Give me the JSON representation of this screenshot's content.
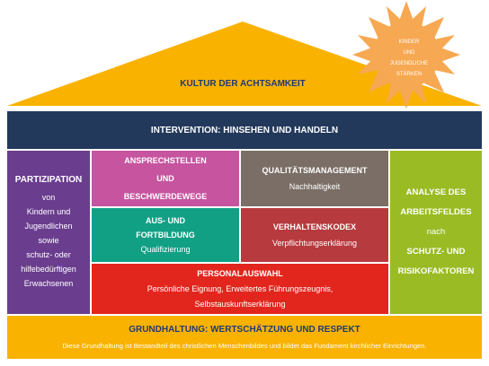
{
  "sun": {
    "lines": [
      "KINDER",
      "UND",
      "JUGENDLICHE",
      "STÄRKEN"
    ],
    "color": "#f7a852"
  },
  "roof": {
    "title": "KULTUR DER ACHTSAMKEIT",
    "color": "#f9b200"
  },
  "intervention": {
    "title": "INTERVENTION: HINSEHEN UND HANDELN",
    "color": "#23395b"
  },
  "partizipation": {
    "title": "PARTIZIPATION",
    "lines": [
      "von",
      "Kindern und",
      "Jugendlichen",
      "sowie",
      "schutz- oder",
      "hilfebedürftigen",
      "Erwachsenen"
    ],
    "color": "#6a3d8f"
  },
  "ansprech": {
    "line1": "ANSPRECHSTELLEN",
    "line2": "UND",
    "line3": "BESCHWERDEWEGE",
    "color": "#c6549f"
  },
  "qualitaet": {
    "title": "QUALITÄTSMANAGEMENT",
    "sub": "Nachhaltigkeit",
    "color": "#7a6e66"
  },
  "aus": {
    "line1": "AUS- UND",
    "line2": "FORTBILDUNG",
    "sub": "Qualifizierung",
    "color": "#12a085"
  },
  "verhalten": {
    "title": "VERHALTENSKODEX",
    "sub": "Verpflichtungserklärung",
    "color": "#b73a3e"
  },
  "personal": {
    "title": "PERSONALAUSWAHL",
    "line1": "Persönliche Eignung, Erweitertes Führungszeugnis,",
    "line2": "Selbstauskunftserklärung",
    "color": "#e2261d"
  },
  "analyse": {
    "lines": [
      "ANALYSE DES",
      "ARBEITSFELDES",
      "nach",
      "SCHUTZ- UND",
      "RISIKOFAKTOREN"
    ],
    "color": "#9abb24"
  },
  "grund": {
    "title": "GRUNDHALTUNG: WERTSCHÄTZUNG UND RESPEKT",
    "text": "Diese Grundhaltung ist Bestandteil des christlichen Menschenbildes und bildet das Fundament kirchlicher Einrichtungen.",
    "color": "#f9b200"
  }
}
